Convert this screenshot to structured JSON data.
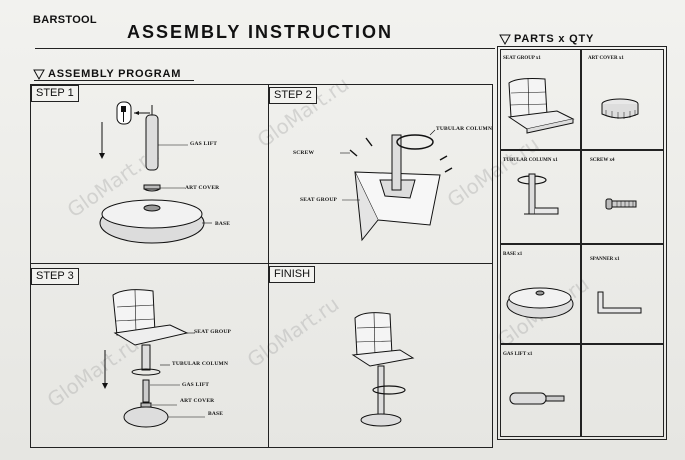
{
  "header": {
    "brand": "BARSTOOL",
    "title": "ASSEMBLY  INSTRUCTION"
  },
  "program": {
    "heading": "ASSEMBLY PROGRAM",
    "steps": [
      {
        "label": "STEP 1"
      },
      {
        "label": "STEP 2"
      },
      {
        "label": "STEP 3"
      },
      {
        "label": "FINISH"
      }
    ],
    "step1_labels": {
      "gas_lift": "GAS LIFT",
      "art_cover": "ART COVER",
      "base": "BASE"
    },
    "step2_labels": {
      "tubular_column": "TUBULAR COLUMN",
      "screw": "SCREW",
      "seat_group": "SEAT GROUP"
    },
    "step3_labels": {
      "seat_group": "SEAT GROUP",
      "tubular_column": "TUBULAR COLUMN",
      "gas_lift": "GAS LIFT",
      "art_cover": "ART COVER",
      "base": "BASE"
    }
  },
  "parts": {
    "heading": "PARTS x QTY",
    "items": [
      {
        "label": "SEAT GROUP x1"
      },
      {
        "label": "ART COVER x1"
      },
      {
        "label": "TUBULAR COLUMN x1"
      },
      {
        "label": "SCREW x4"
      },
      {
        "label": "BASE x1"
      },
      {
        "label": "SPANNER x1"
      },
      {
        "label": "GAS LIFT x1"
      }
    ]
  },
  "watermark": "GloMart.ru"
}
